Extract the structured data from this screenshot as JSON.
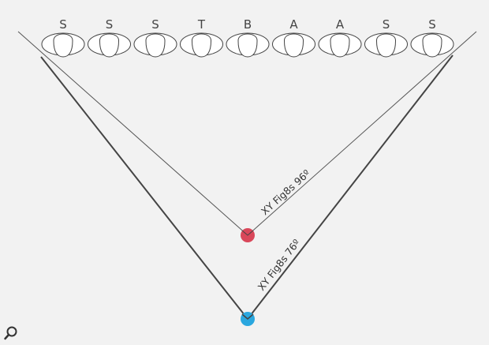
{
  "singers": [
    "S",
    "S",
    "S",
    "T",
    "B",
    "A",
    "A",
    "S",
    "S"
  ],
  "mics": {
    "near": {
      "label": "XY Fig8s 96º",
      "color": "#d9475a"
    },
    "far": {
      "label": "XY Fig8s 76º",
      "color": "#2aa7df"
    }
  },
  "icons": {
    "zoom": "magnifier-icon"
  }
}
